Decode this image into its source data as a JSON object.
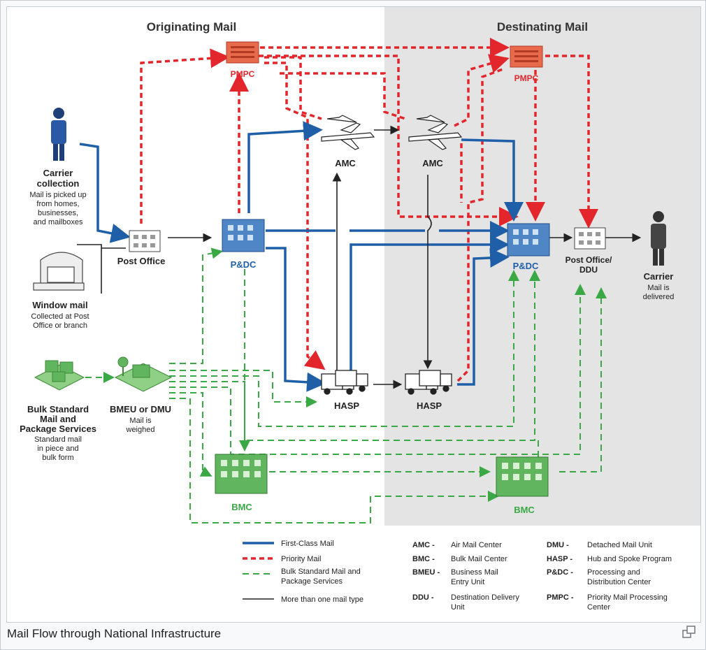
{
  "diagram": {
    "header_left": "Originating Mail",
    "header_right": "Destinating Mail",
    "pmpc_left": "PMPC",
    "pmpc_right": "PMPC",
    "amc_left": "AMC",
    "amc_right": "AMC",
    "pdc_left": "P&DC",
    "pdc_right": "P&DC",
    "hasp_left": "HASP",
    "hasp_right": "HASP",
    "bmc_left": "BMC",
    "bmc_right": "BMC",
    "post_office": "Post Office",
    "post_office_ddu_line1": "Post Office/",
    "post_office_ddu_line2": "DDU",
    "carrier_collection": {
      "title1": "Carrier",
      "title2": "collection",
      "desc": [
        "Mail is picked up",
        "from homes,",
        "businesses,",
        "and mailboxes"
      ]
    },
    "window_mail": {
      "title": "Window mail",
      "desc": [
        "Collected at Post",
        "Office or branch"
      ]
    },
    "bulk_standard": {
      "title": [
        "Bulk Standard",
        "Mail and",
        "Package Services"
      ],
      "desc": [
        "Standard mail",
        "in piece and",
        "bulk form"
      ]
    },
    "bmeu": {
      "title": "BMEU or DMU",
      "desc": [
        "Mail is",
        "weighed"
      ]
    },
    "carrier": {
      "title": "Carrier",
      "desc": [
        "Mail is",
        "delivered"
      ]
    }
  },
  "legend": {
    "items": [
      {
        "label": [
          "First-Class Mail"
        ],
        "style": "first-class"
      },
      {
        "label": [
          "Priority Mail"
        ],
        "style": "priority"
      },
      {
        "label": [
          "Bulk Standard Mail and",
          "Package Services"
        ],
        "style": "bulk"
      },
      {
        "label": [
          "More than one mail type"
        ],
        "style": "multi"
      }
    ],
    "abbreviations": [
      {
        "abbr": "AMC -",
        "desc": [
          "Air Mail Center"
        ]
      },
      {
        "abbr": "BMC -",
        "desc": [
          "Bulk Mail Center"
        ]
      },
      {
        "abbr": "BMEU -",
        "desc": [
          "Business Mail",
          "Entry Unit"
        ]
      },
      {
        "abbr": "DDU -",
        "desc": [
          "Destination Delivery",
          "Unit"
        ]
      },
      {
        "abbr": "DMU -",
        "desc": [
          "Detached Mail Unit"
        ]
      },
      {
        "abbr": "HASP -",
        "desc": [
          "Hub and Spoke Program"
        ]
      },
      {
        "abbr": "P&DC -",
        "desc": [
          "Processing and",
          "Distribution Center"
        ]
      },
      {
        "abbr": "PMPC -",
        "desc": [
          "Priority Mail Processing",
          "Center"
        ]
      }
    ]
  },
  "colors": {
    "first_class": "#1f5fa8",
    "priority": "#e3262c",
    "bulk": "#39a845",
    "multi": "#222222",
    "dest_bg": "#e4e4e4",
    "building_blue": "#4f86c6",
    "building_green": "#62b55f",
    "building_red": "#e86a4c"
  },
  "caption": "Mail Flow through National Infrastructure",
  "icons": {
    "enlarge": "enlarge-icon"
  }
}
